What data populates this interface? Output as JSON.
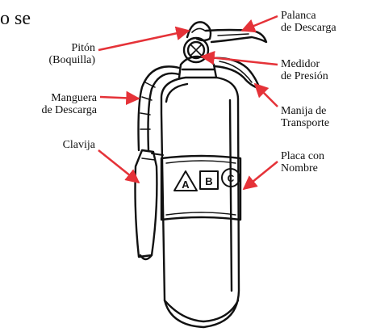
{
  "fragment_text": "o se",
  "labels": {
    "piton": {
      "line1": "Pitón",
      "line2": "(Boquilla)"
    },
    "manguera": {
      "line1": "Manguera",
      "line2": "de Descarga"
    },
    "clavija": {
      "line1": "Clavija"
    },
    "palanca": {
      "line1": "Palanca",
      "line2": "de Descarga"
    },
    "medidor": {
      "line1": "Medidor",
      "line2": "de Presión"
    },
    "manija": {
      "line1": "Manija de",
      "line2": "Transporte"
    },
    "placa": {
      "line1": "Placa con",
      "line2": "Nombre"
    }
  },
  "badges": [
    "A",
    "B",
    "C"
  ],
  "colors": {
    "arrow": "#e53238",
    "ink": "#111111"
  }
}
